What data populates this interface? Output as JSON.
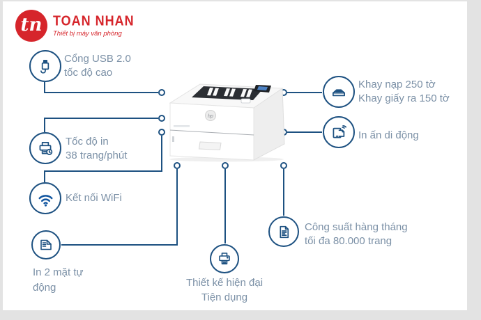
{
  "logo": {
    "monogram": "tn",
    "brand": "TOAN NHAN",
    "tagline": "Thiết bị máy văn phòng",
    "brand_color": "#d6252b"
  },
  "theme": {
    "line_color": "#1d5181",
    "text_color": "#7b90a6",
    "wifi_icon_color": "#1256a0"
  },
  "printer": {
    "label": "hp"
  },
  "callouts": {
    "usb": {
      "icon": "usb-icon",
      "line1": "Cổng USB 2.0",
      "line2": "tốc độ cao"
    },
    "speed": {
      "icon": "printer-clock-icon",
      "line1": "Tốc độ in",
      "line2": "38 trang/phút"
    },
    "wifi": {
      "icon": "wifi-icon",
      "line1": "Kết nối WiFi"
    },
    "duplex": {
      "icon": "duplex-sheet-icon",
      "line1": "In 2 mặt tự",
      "line2": "động"
    },
    "design": {
      "icon": "printer-icon",
      "line1": "Thiết kế hiện đại",
      "line2": "Tiện dụng"
    },
    "tray": {
      "icon": "paper-tray-icon",
      "line1": "Khay nạp 250 tờ",
      "line2": "Khay giấy ra 150 tờ"
    },
    "mobile": {
      "icon": "mobile-print-icon",
      "line1": "In ấn di động"
    },
    "capacity": {
      "icon": "document-icon",
      "line1": "Công suất hàng tháng",
      "line2": "tối đa 80.000 trang"
    }
  }
}
